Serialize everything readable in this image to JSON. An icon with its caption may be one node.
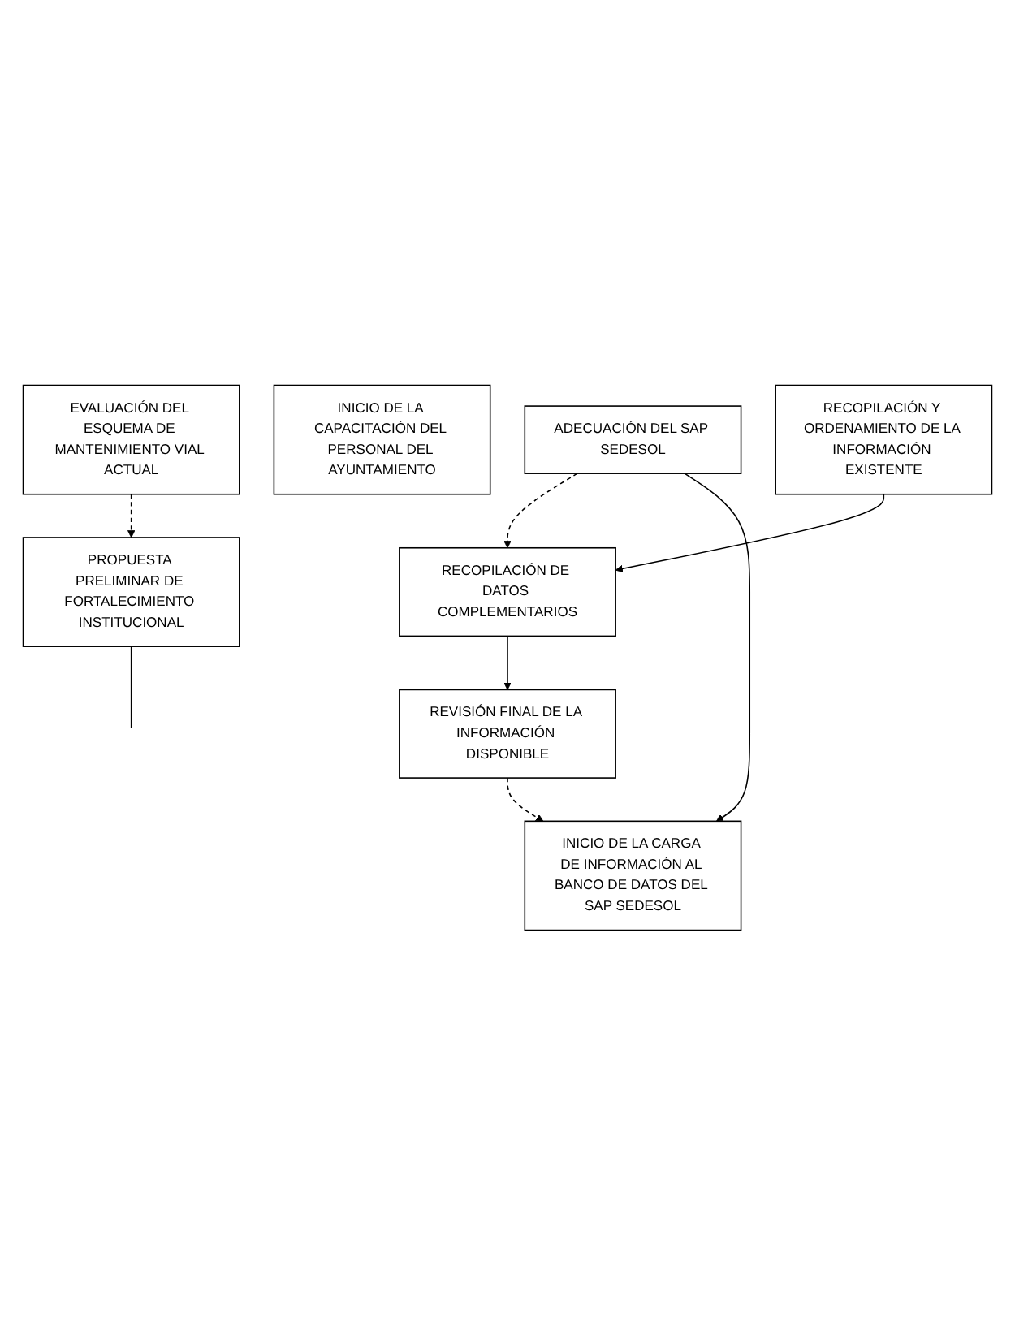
{
  "diagram": {
    "nodes": [
      {
        "text": [
          "RECOPILACIÓN Y ORDENAMIENTO DE LA INFORMACIÓN EXISTENTE"
        ]
      },
      {
        "text": [
          "INICIO DE LA CAPACITACIÓN DEL PERSONAL DEL AYUNTAMIENTO"
        ]
      },
      {
        "text": [
          "RECOPILACIÓN DE DATOS COMPLEMENTARIOS"
        ]
      },
      {
        "text": [
          "ADECUACIÓN DEL SAP SEDESOL"
        ]
      },
      {
        "text": [
          "REVISIÓN FINAL DE LA INFORMACIÓN DISPONIBLE"
        ]
      },
      {
        "text": [
          "INICIO DE LA CARGA DE INFORMACIÓN AL BANCO DE DATOS DEL SAP SEDESOL"
        ]
      },
      {
        "text": [
          "EVALUACIÓN DEL ESQUEMA DE MANTENIMIENTO VIAL ACTUAL"
        ]
      },
      {
        "text": [
          "PROPUESTA PRELIMINAR DE FORTALECIMIENTO INSTITUCIONAL"
        ]
      }
    ],
    "edges": [
      {
        "from": 0,
        "to": 2,
        "arrow": "to"
      },
      {
        "from": 3,
        "to": 2,
        "arrow": "to",
        "style": "dashed"
      },
      {
        "from": 2,
        "to": 4,
        "arrow": "to"
      },
      {
        "from": 3,
        "to": 5,
        "arrow": "to"
      },
      {
        "from": 4,
        "to": 5,
        "arrow": "to",
        "style": "dashed"
      },
      {
        "from": 6,
        "to": 7,
        "arrow": "to",
        "style": "dashed"
      },
      {
        "from": 7,
        "to": null,
        "arrow": "none"
      }
    ]
  }
}
